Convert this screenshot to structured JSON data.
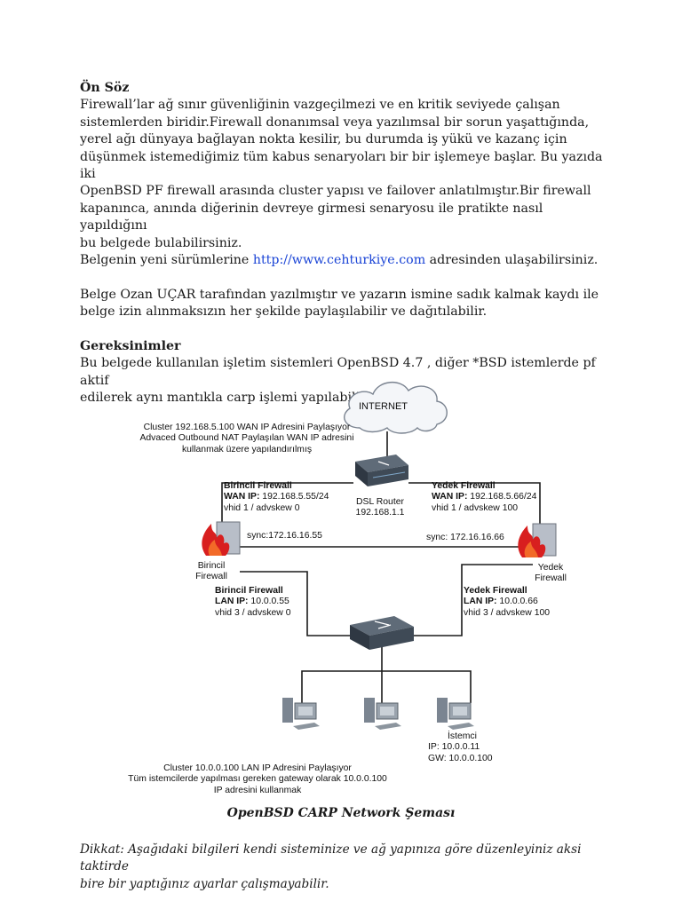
{
  "preface": {
    "title": "Ön Söz",
    "lines": [
      "Firewall’lar ağ sınır güvenliğinin vazgeçilmezi ve en kritik seviyede çalışan",
      "sistemlerden biridir.Firewall donanımsal veya yazılımsal bir sorun yaşattığında,",
      "yerel ağı dünyaya bağlayan nokta kesilir, bu durumda iş yükü ve kazanç için",
      "düşünmek istemediğimiz tüm kabus senaryoları bir bir işlemeye başlar. Bu yazıda iki",
      "OpenBSD PF firewall arasında cluster yapısı ve failover anlatılmıştır.Bir firewall",
      "kapanınca, anında diğerinin devreye girmesi senaryosu ile pratikte nasıl yapıldığını",
      "bu belgede bulabilirsiniz."
    ],
    "link_prefix": "Belgenin yeni sürümlerine ",
    "link_text": "http://www.cehturkiye.com",
    "link_suffix": " adresinden ulaşabilirsiniz.",
    "author_lines": [
      "Belge Ozan UÇAR tarafından yazılmıştır ve yazarın ismine sadık kalmak kaydı ile",
      "belge izin alınmaksızın her şekilde paylaşılabilir ve dağıtılabilir."
    ]
  },
  "requirements": {
    "title": "Gereksinimler",
    "lines": [
      "Bu belgede kullanılan işletim sistemleri OpenBSD 4.7 , diğer *BSD istemlerde pf aktif",
      "edilerek aynı mantıkla carp işlemi yapılabilinir."
    ]
  },
  "diagram": {
    "internet": "INTERNET",
    "cluster_wan": [
      "Cluster 192.168.5.100 WAN IP Adresini Paylaşıyor",
      "Advaced Outbound NAT Paylaşılan WAN IP adresini",
      "kullanmak üzere yapılandırılmış"
    ],
    "router": [
      "DSL Router",
      "192.168.1.1"
    ],
    "primary_wan": {
      "title": "Birincil Firewall",
      "ip_key": "WAN IP:",
      "ip": " 192.168.5.55/24",
      "vhid": "vhid 1 / advskew 0"
    },
    "backup_wan": {
      "title": "Yedek Firewall",
      "ip_key": "WAN IP:",
      "ip": " 192.168.5.66/24",
      "vhid": "vhid 1 / advskew 100"
    },
    "sync_primary": "sync:172.16.16.55",
    "sync_backup": "sync: 172.16.16.66",
    "primary_name": [
      "Birincil",
      "Firewall"
    ],
    "backup_name": [
      "Yedek",
      "Firewall"
    ],
    "primary_lan": {
      "title": "Birincil Firewall",
      "ip_key": "LAN IP:",
      "ip": " 10.0.0.55",
      "vhid": "vhid 3 / advskew 0"
    },
    "backup_lan": {
      "title": "Yedek Firewall",
      "ip_key": "LAN IP:",
      "ip": " 10.0.0.66",
      "vhid": "vhid 3 / advskew 100"
    },
    "client": [
      "İstemci",
      "IP: 10.0.0.11",
      "GW: 10.0.0.100"
    ],
    "cluster_lan": [
      "Cluster 10.0.0.100 LAN IP Adresini Paylaşıyor",
      "Tüm istemcilerde yapılması gereken gateway olarak 10.0.0.100",
      "IP adresini kullanmak"
    ]
  },
  "caption": "OpenBSD CARP Network Şeması",
  "note": [
    "Dikkat: Aşağıdaki bilgileri kendi sisteminize ve ağ yapınıza göre düzenleyiniz aksi taktirde",
    "bire bir yaptığınız ayarlar çalışmayabilir."
  ]
}
